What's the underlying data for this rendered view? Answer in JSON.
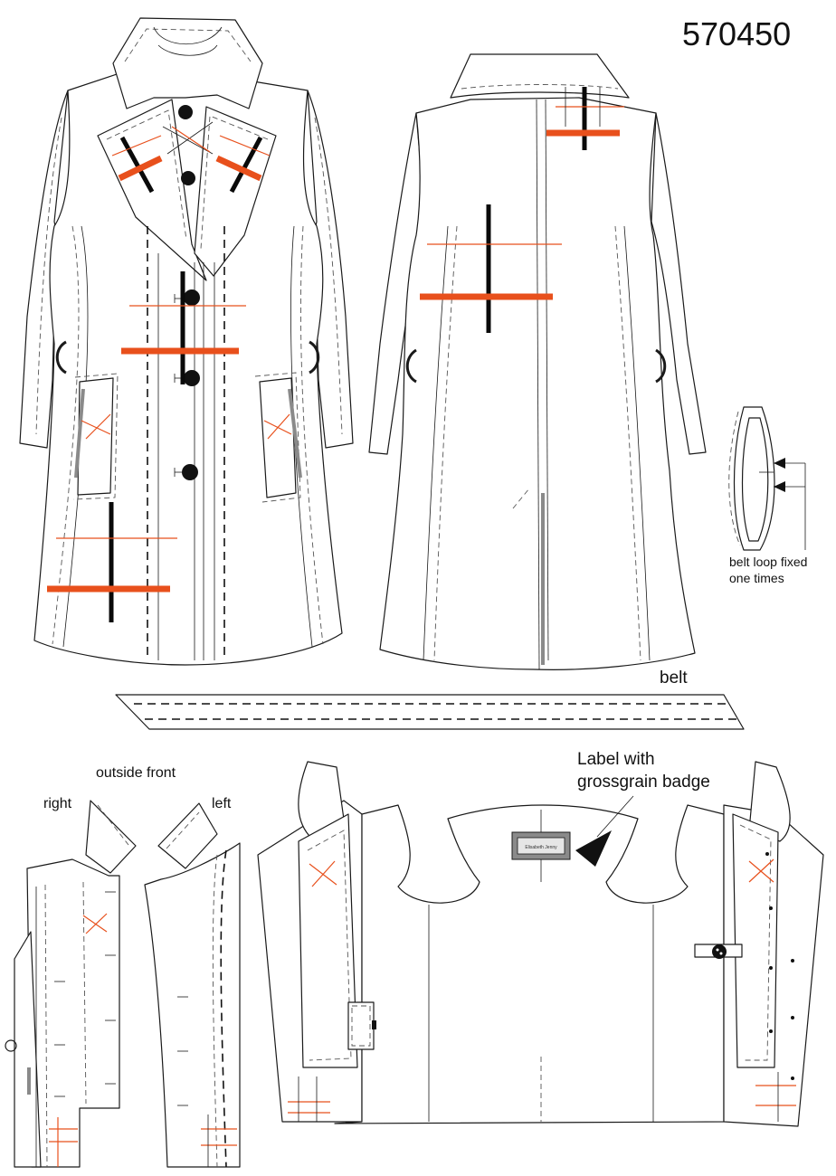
{
  "style_number": "570450",
  "labels": {
    "belt_loop": [
      "belt loop fixed",
      "one times"
    ],
    "belt": "belt",
    "label_note": [
      "Label with",
      "grossgrain badge"
    ],
    "outside_front": "outside front",
    "right": "right",
    "left": "left",
    "label_text": "Elisabeth Jenny"
  },
  "colors": {
    "outline": "#1a1a1a",
    "accent_orange": "#e8501c",
    "button_black": "#111111",
    "label_gray": "#8a8a8a",
    "background": "#ffffff"
  }
}
